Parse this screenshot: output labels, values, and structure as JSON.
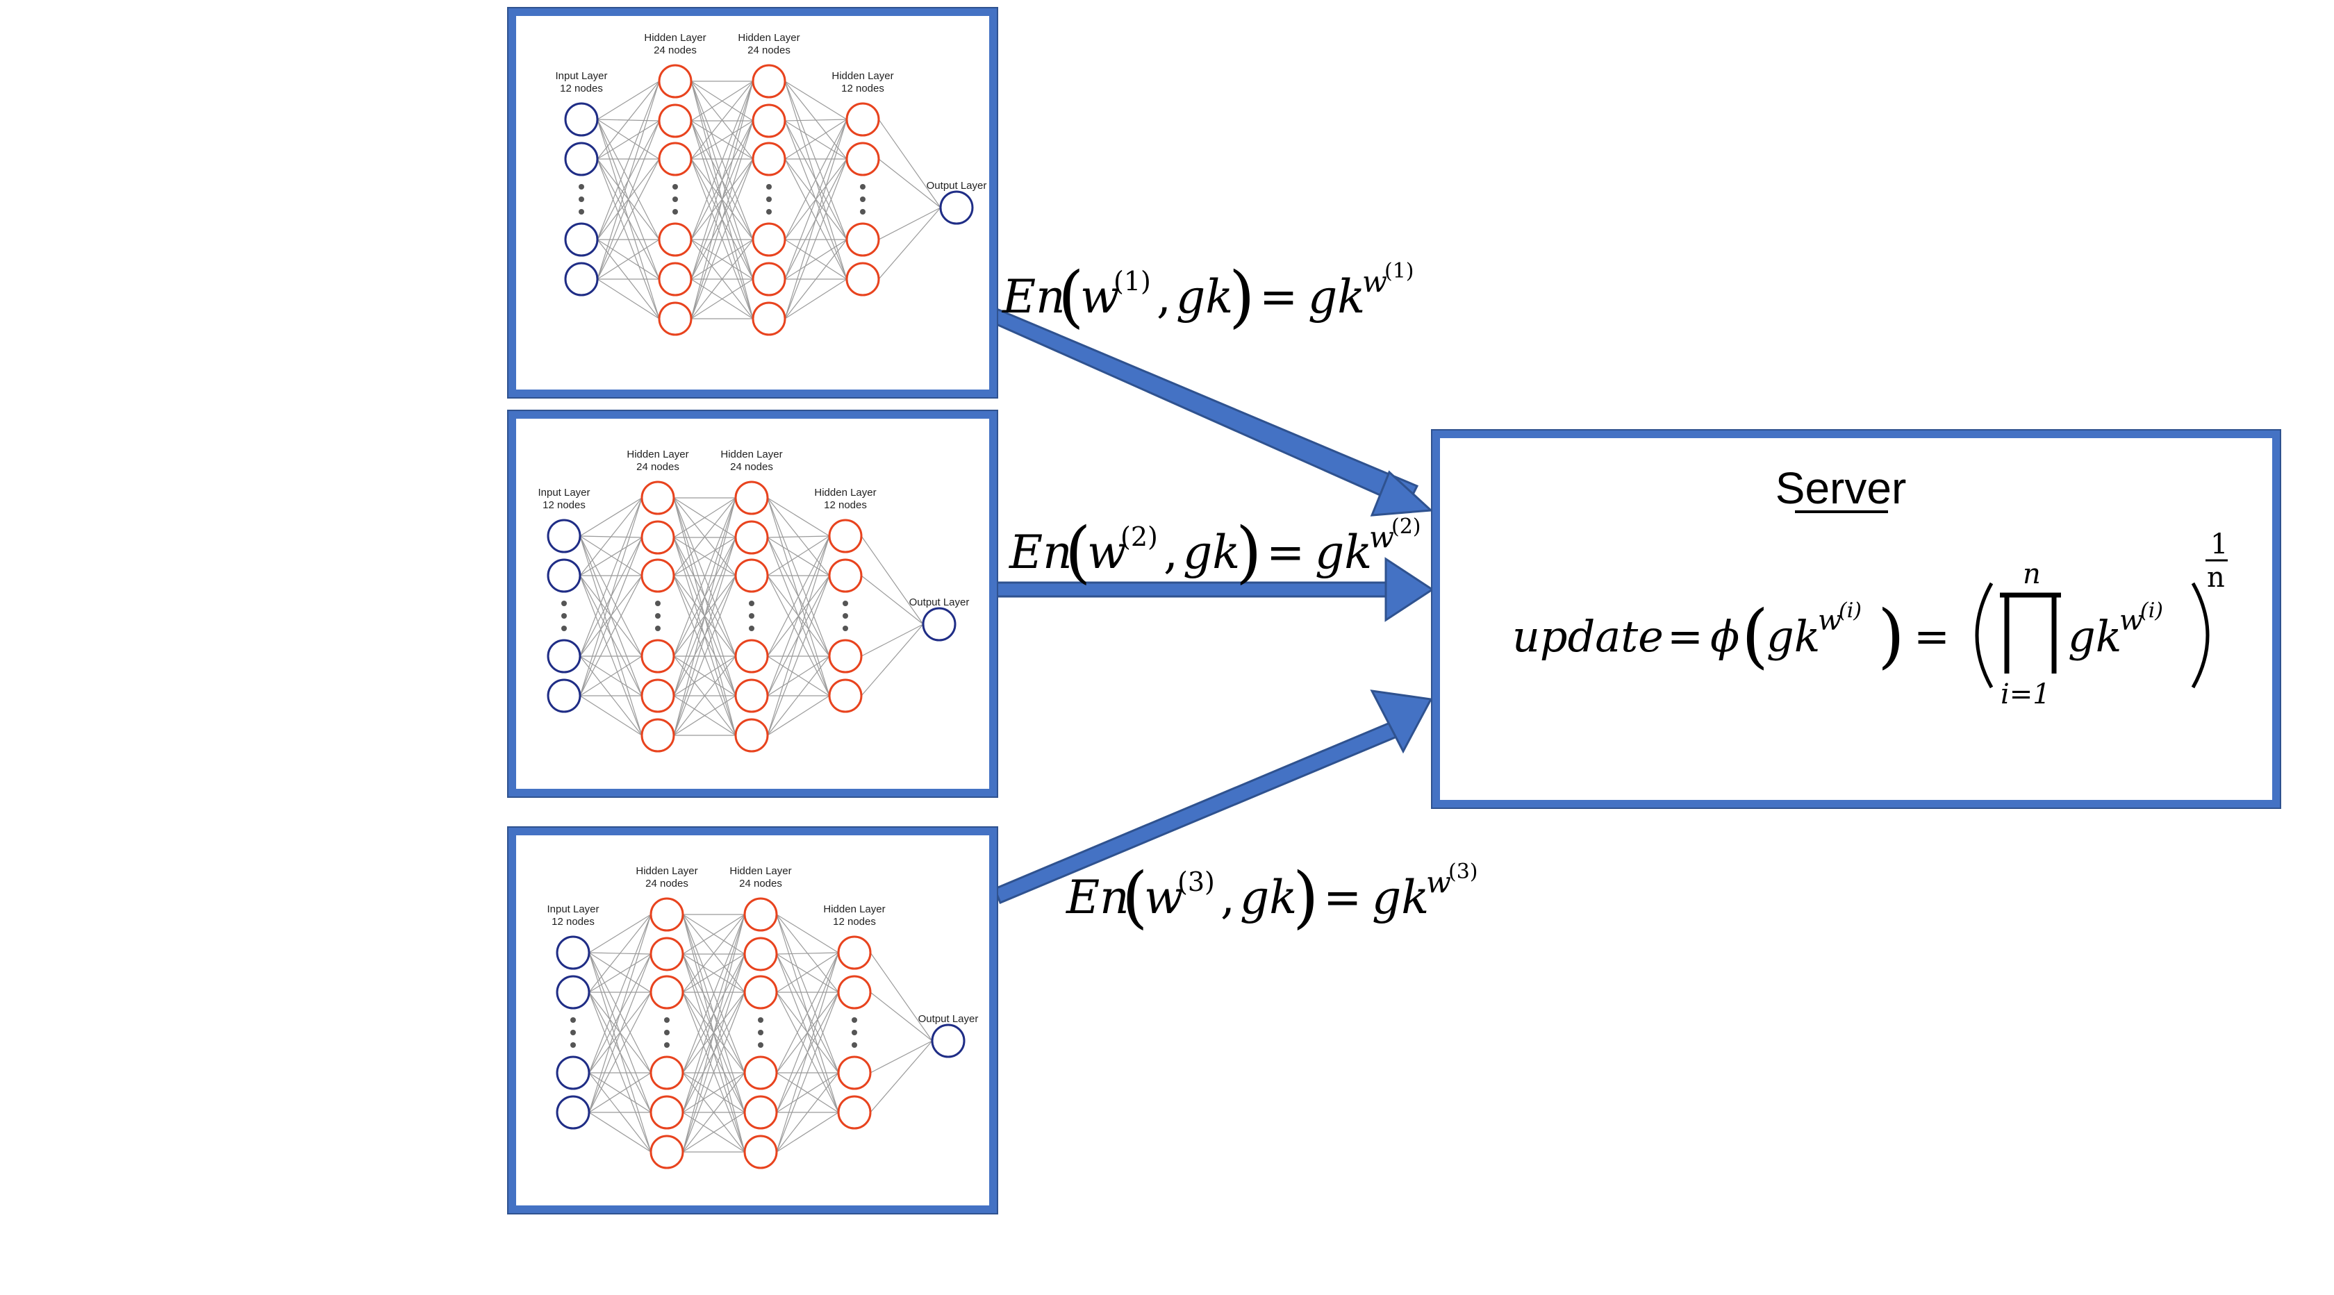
{
  "networks": [
    {
      "id": "net1",
      "layers": [
        {
          "title": "Input Layer",
          "subtitle": "12 nodes"
        },
        {
          "title": "Hidden Layer",
          "subtitle": "24 nodes"
        },
        {
          "title": "Hidden Layer",
          "subtitle": "24 nodes"
        },
        {
          "title": "Hidden Layer",
          "subtitle": "12 nodes"
        },
        {
          "title": "Output Layer",
          "subtitle": ""
        }
      ]
    },
    {
      "id": "net2",
      "layers": [
        {
          "title": "Input Layer",
          "subtitle": "12 nodes"
        },
        {
          "title": "Hidden Layer",
          "subtitle": "24 nodes"
        },
        {
          "title": "Hidden Layer",
          "subtitle": "24 nodes"
        },
        {
          "title": "Hidden Layer",
          "subtitle": "12 nodes"
        },
        {
          "title": "Output Layer",
          "subtitle": ""
        }
      ]
    },
    {
      "id": "net3",
      "layers": [
        {
          "title": "Input Layer",
          "subtitle": "12 nodes"
        },
        {
          "title": "Hidden Layer",
          "subtitle": "24 nodes"
        },
        {
          "title": "Hidden Layer",
          "subtitle": "24 nodes"
        },
        {
          "title": "Hidden Layer",
          "subtitle": "12 nodes"
        },
        {
          "title": "Output Layer",
          "subtitle": ""
        }
      ]
    }
  ],
  "equations": [
    {
      "lhs": "En",
      "w": "w",
      "sup": "(1)",
      "gk": "gk",
      "eq": "=",
      "rhs": "gk",
      "rhs_sup_base": "w",
      "rhs_sup": "(1)"
    },
    {
      "lhs": "En",
      "w": "w",
      "sup": "(2)",
      "gk": "gk",
      "eq": "=",
      "rhs": "gk",
      "rhs_sup_base": "w",
      "rhs_sup": "(2)"
    },
    {
      "lhs": "En",
      "w": "w",
      "sup": "(3)",
      "gk": "gk",
      "eq": "=",
      "rhs": "gk",
      "rhs_sup_base": "w",
      "rhs_sup": "(3)"
    }
  ],
  "server": {
    "title": "Server",
    "update_label": "update",
    "phi": "ϕ",
    "gk": "gk",
    "w": "w",
    "index_sup": "(i)",
    "prod_upper": "n",
    "prod_lower": "i=1",
    "exp_num": "1",
    "exp_den": "n"
  },
  "colors": {
    "frame": "#4472c4",
    "frame_stroke": "#2f528f",
    "input_node": "#1f2d86",
    "hidden_node": "#e8431e",
    "edge": "#9a9a9a",
    "arrow": "#4472c4"
  }
}
